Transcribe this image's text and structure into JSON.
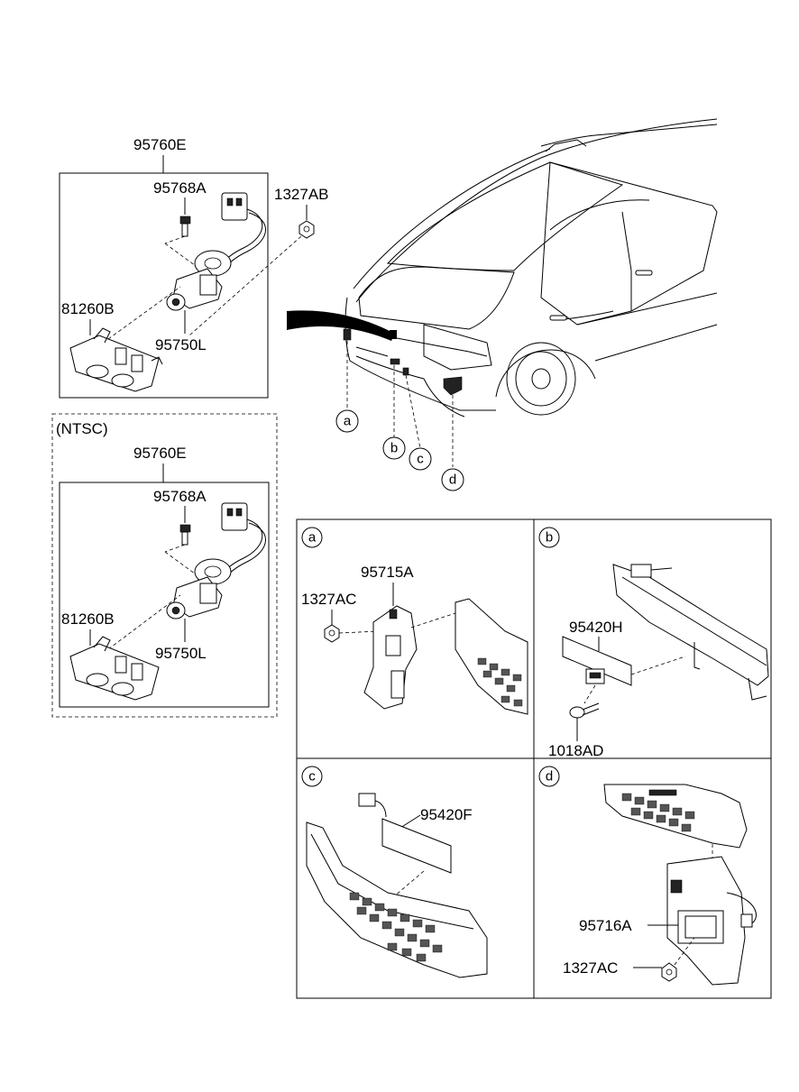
{
  "group_top": {
    "assembly": "95760E",
    "bolt": "95768A",
    "nut": "1327AB",
    "housing": "81260B",
    "camera": "95750L"
  },
  "group_ntsc": {
    "title": "(NTSC)",
    "assembly": "95760E",
    "bolt": "95768A",
    "housing": "81260B",
    "camera": "95750L"
  },
  "car_callouts": [
    "a",
    "b",
    "c",
    "d"
  ],
  "detail_a": {
    "key": "a",
    "bracket": "95715A",
    "nut": "1327AC"
  },
  "detail_b": {
    "key": "b",
    "sensor": "95420H",
    "screw": "1018AD"
  },
  "detail_c": {
    "key": "c",
    "sensor": "95420F"
  },
  "detail_d": {
    "key": "d",
    "bracket": "95716A",
    "nut": "1327AC"
  }
}
